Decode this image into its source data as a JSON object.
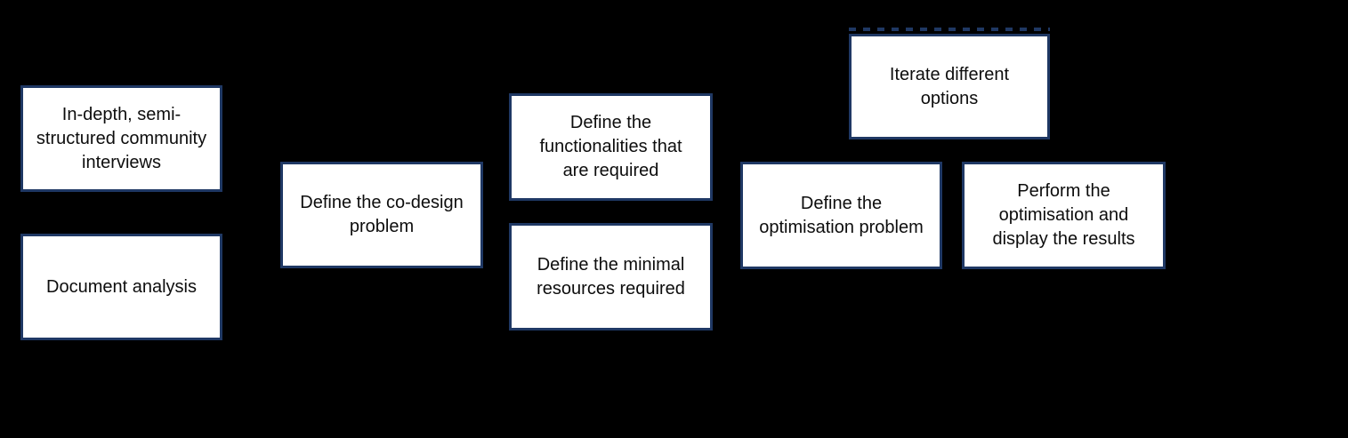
{
  "diagram": {
    "background_color": "#000000",
    "node_fill_color": "#ffffff",
    "node_border_color": "#1f3864",
    "node_text_color": "#0d0d0d",
    "dashed_segment_color": "#1f3864",
    "nodes": [
      {
        "id": "community-interviews",
        "label": "In-depth, semi-\nstructured community\ninterviews"
      },
      {
        "id": "document-analysis",
        "label": "Document analysis"
      },
      {
        "id": "codesign-problem",
        "label": "Define the co-design\nproblem"
      },
      {
        "id": "functionalities",
        "label": "Define the\nfunctionalities that\nare required"
      },
      {
        "id": "minimal-resources",
        "label": "Define the minimal\nresources required"
      },
      {
        "id": "iterate-options",
        "label": "Iterate different\noptions"
      },
      {
        "id": "optimisation-problem",
        "label": "Define the\noptimisation problem"
      },
      {
        "id": "perform-optimisation",
        "label": "Perform the\noptimisation and\ndisplay the results"
      }
    ]
  }
}
